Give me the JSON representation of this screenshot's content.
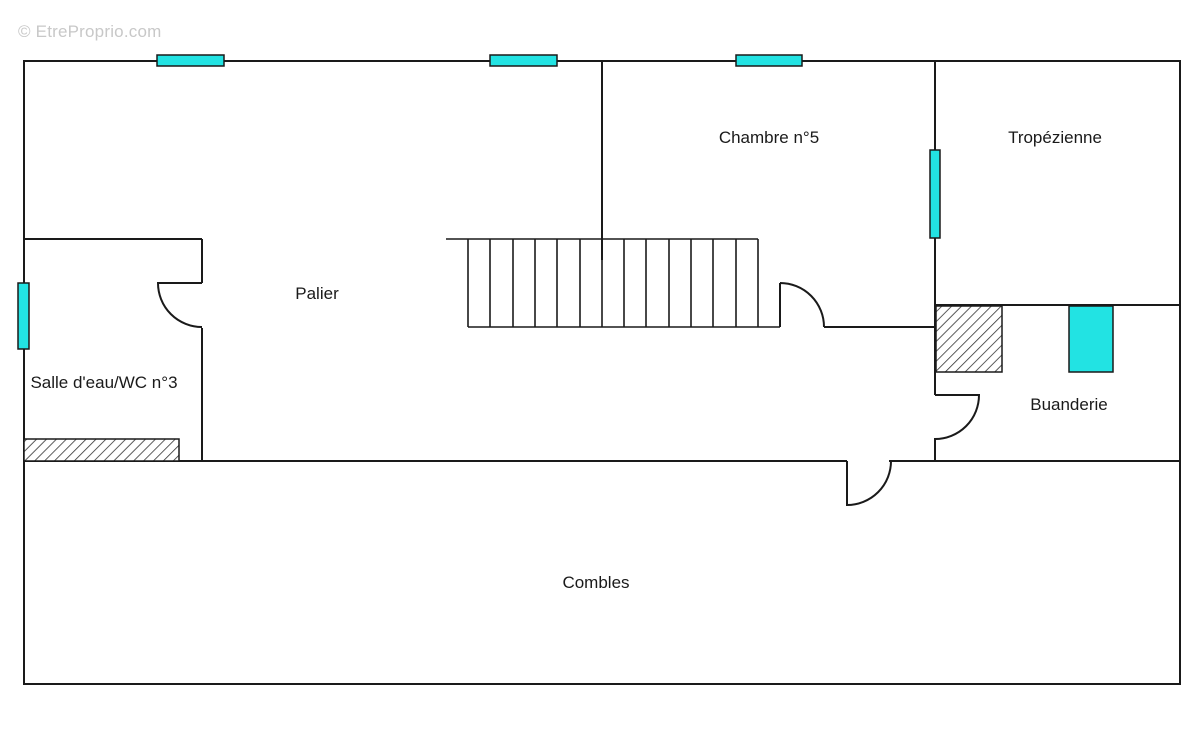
{
  "watermark": "© EtreProprio.com",
  "colors": {
    "window": "#22e3e3",
    "wall": "#1a1a1a"
  },
  "rooms": {
    "palier": "Palier",
    "chambre5": "Chambre n°5",
    "tropezienne": "Tropézienne",
    "salle_eau": "Salle d'eau/WC n°3",
    "buanderie": "Buanderie",
    "combles": "Combles"
  }
}
